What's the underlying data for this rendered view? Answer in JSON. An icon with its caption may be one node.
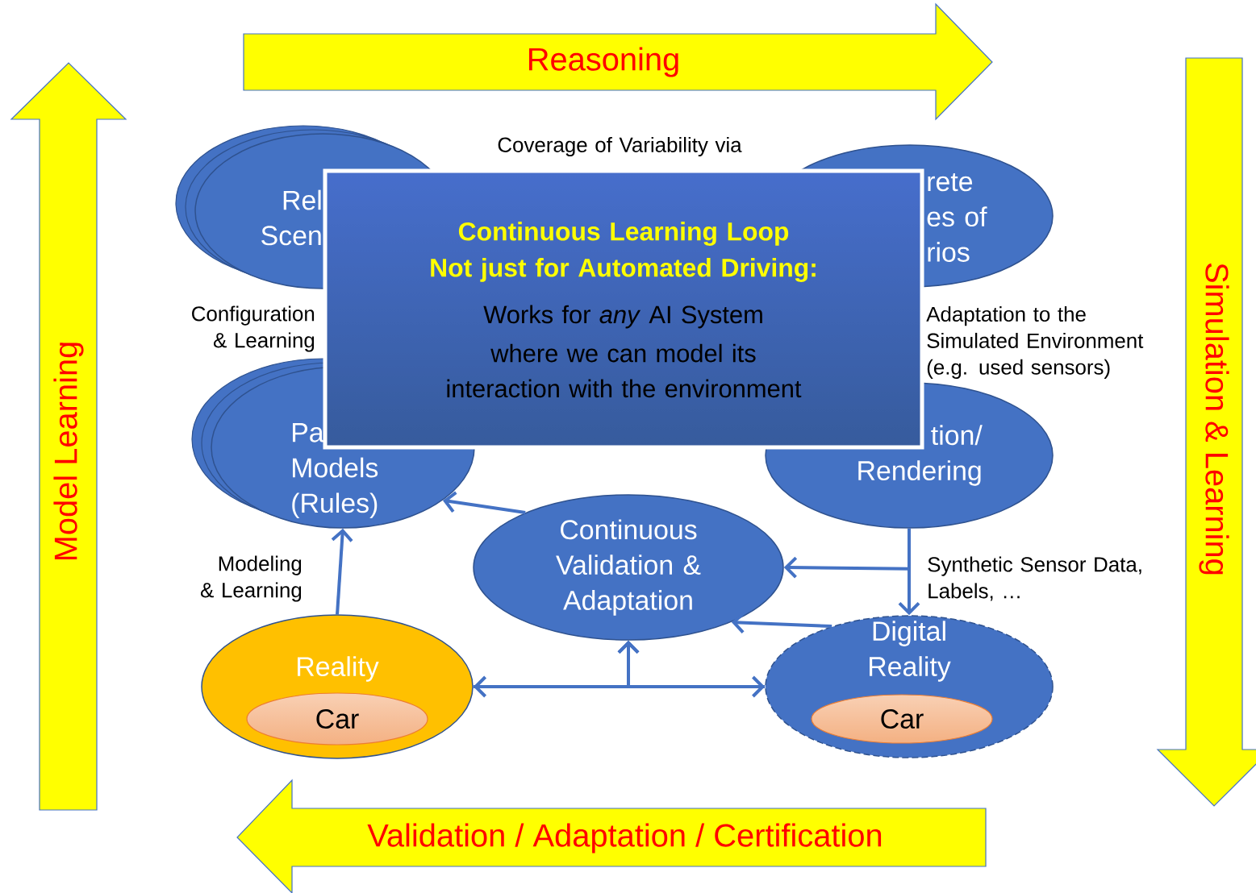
{
  "diagram": {
    "nodes": [
      {
        "text": [
          "Reasoning"
        ]
      },
      {
        "text": [
          "Simulation & Learning"
        ]
      },
      {
        "text": [
          "Validation / Adaptation / Certification"
        ]
      },
      {
        "text": [
          "Model Learning"
        ]
      },
      {
        "text": [
          "Rel Scen"
        ]
      },
      {
        "text": [
          "rete es of rios"
        ]
      },
      {
        "text": [
          "Pa Models (Rules)"
        ]
      },
      {
        "text": [
          "tion/ Rendering"
        ]
      },
      {
        "text": [
          "Continuous Validation & Adaptation"
        ]
      },
      {
        "text": [
          "Reality"
        ]
      },
      {
        "text": [
          "Car"
        ],
        "in": 9
      },
      {
        "text": [
          "Digital Reality"
        ]
      },
      {
        "text": [
          "Car"
        ],
        "in": 11
      },
      {
        "text": [
          "Continuous Learning Loop",
          "Not just for Automated Driving:",
          "Works for *any* AI System",
          "where we can model its interaction with the environment"
        ]
      }
    ],
    "edges": [
      {
        "from": 9,
        "to": 6,
        "arrow": "to",
        "label": "Modeling & Learning"
      },
      {
        "from": 8,
        "to": 6,
        "arrow": "to"
      },
      {
        "from": 7,
        "to": 11,
        "arrow": "to",
        "label": "Synthetic Sensor Data, Labels, …"
      },
      {
        "from": 7,
        "to": 8,
        "arrow": "to"
      },
      {
        "from": 11,
        "to": 8,
        "arrow": "to"
      },
      {
        "from": 9,
        "to": 11,
        "arrow": "both"
      },
      {
        "from": 9,
        "to": 8,
        "arrow": "to"
      },
      {
        "from": 11,
        "to": 8,
        "arrow": "to"
      }
    ],
    "labels": [
      "Coverage of Variability via",
      "Configuration & Learning",
      "Adaptation to the Simulated Environment (e.g. used sensors)"
    ]
  }
}
